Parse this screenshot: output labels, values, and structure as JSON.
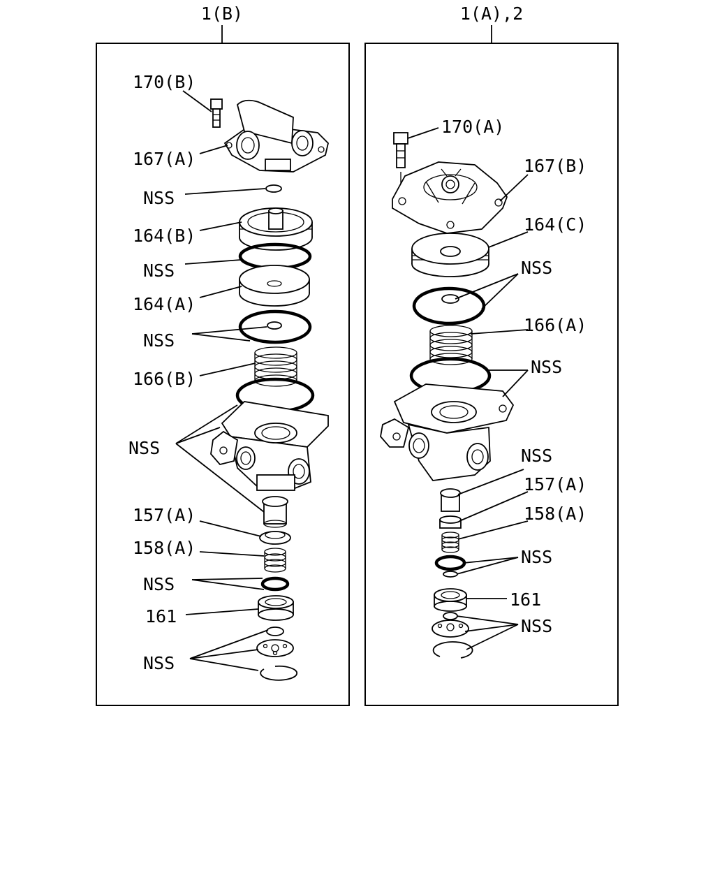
{
  "panels": [
    {
      "title": "1(B)",
      "labels": [
        "170(B)",
        "167(A)",
        "NSS",
        "164(B)",
        "NSS",
        "164(A)",
        "NSS",
        "166(B)",
        "NSS",
        "157(A)",
        "158(A)",
        "NSS",
        "161",
        "NSS"
      ]
    },
    {
      "title": "1(A),2",
      "labels": [
        "170(A)",
        "167(B)",
        "164(C)",
        "NSS",
        "166(A)",
        "NSS",
        "NSS",
        "157(A)",
        "158(A)",
        "NSS",
        "161",
        "NSS"
      ]
    }
  ]
}
